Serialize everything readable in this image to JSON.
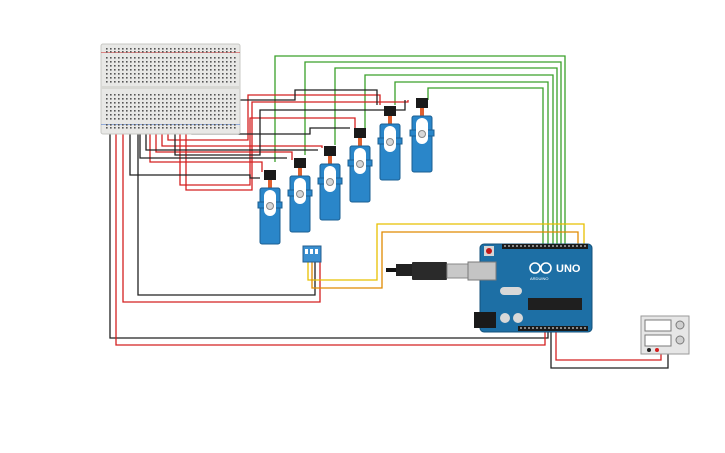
{
  "components": {
    "breadboard": {
      "name": "breadboard"
    },
    "servos": [
      {
        "name": "servo-1"
      },
      {
        "name": "servo-2"
      },
      {
        "name": "servo-3"
      },
      {
        "name": "servo-4"
      },
      {
        "name": "servo-5"
      },
      {
        "name": "servo-6"
      }
    ],
    "dip_switch": {
      "name": "dip-switch"
    },
    "arduino": {
      "brand_text": "UNO",
      "sub_text": "ARDUINO"
    },
    "power_supply": {
      "name": "power-supply"
    }
  },
  "colors": {
    "wire_black": "#222222",
    "wire_red": "#d42020",
    "wire_green": "#3aa02a",
    "wire_yellow": "#e8c000",
    "wire_orange": "#e08a00",
    "arduino_board": "#1d6fa5",
    "servo_body": "#2a86c9"
  }
}
